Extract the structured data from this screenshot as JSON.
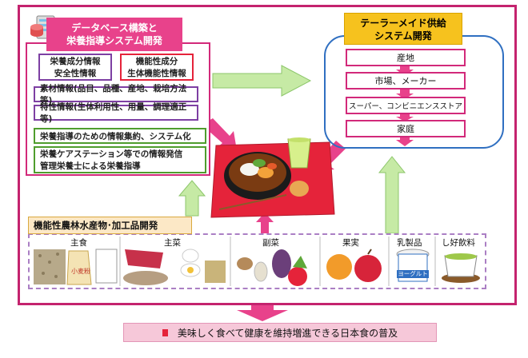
{
  "database": {
    "title_line1": "データベース構築と",
    "title_line2": "栄養指導システム開発",
    "nutrition_line1": "栄養成分情報",
    "nutrition_line2": "安全性情報",
    "functional_line1": "機能性成分",
    "functional_line2": "生体機能性情報",
    "material_info": "素材情報(品目、品種、産地、栽培方法等)",
    "property_info": "特性情報(生体利用性、用量、調理適正等)",
    "systemization": "栄養指導のための情報集約、システム化",
    "dissemination_line1": "栄養ケアステーション等での情報発信",
    "dissemination_line2": "管理栄養士による栄養指導"
  },
  "tailor_made": {
    "title_line1": "テーラーメイド供給",
    "title_line2": "システム開発",
    "steps": [
      "産地",
      "市場、メーカー",
      "スーパー、コンビニエンスストア",
      "家庭"
    ]
  },
  "agri": {
    "title": "機能性農林水産物･加工品開発",
    "categories": [
      "主食",
      "主菜",
      "副菜",
      "果実",
      "乳製品",
      "し好飲料"
    ],
    "rice_bag_label": "小麦粉",
    "yogurt_label": "ヨーグルト"
  },
  "banner": {
    "text": "美味しく食べて健康を維持増進できる日本食の普及"
  },
  "colors": {
    "magenta": "#e8428b",
    "frame": "#c4236e",
    "green_arrow": "#c6eaa5",
    "yellow": "#f6c21e",
    "blue": "#2f6fc1"
  }
}
